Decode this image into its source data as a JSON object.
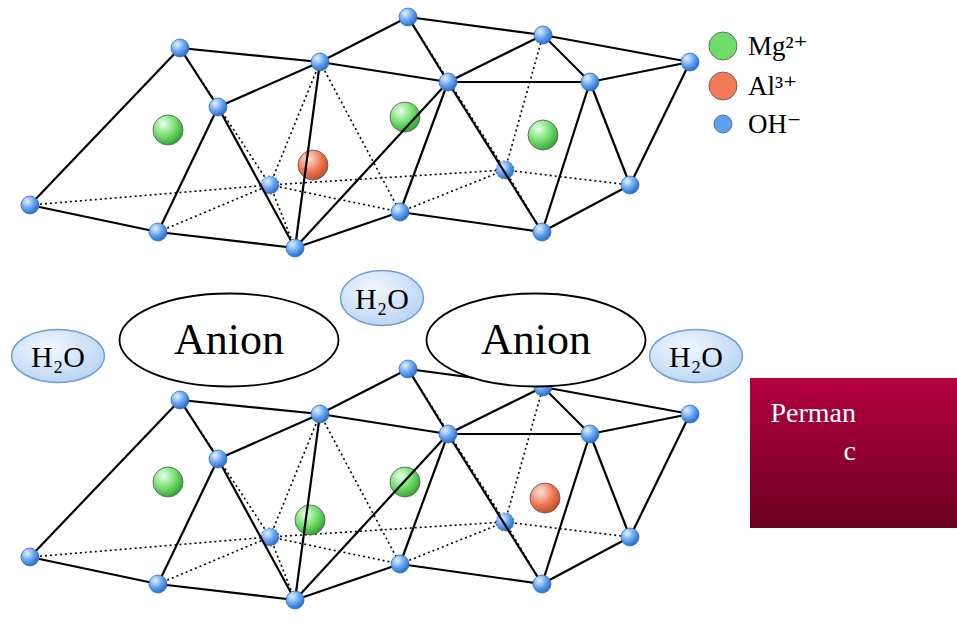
{
  "diagram": {
    "nodes": [
      {
        "text": [
          "H₂O"
        ]
      },
      {
        "text": [
          "Anion"
        ]
      },
      {
        "text": [
          "H₂O"
        ]
      },
      {
        "text": [
          "Anion"
        ]
      },
      {
        "text": [
          "H₂O"
        ]
      },
      {
        "text": [
          "Perman c"
        ]
      }
    ],
    "edges": [],
    "legend": [
      {
        "text": "Mg²⁺",
        "color": "#6fdc6a"
      },
      {
        "text": "Al³⁺",
        "color": "#f07a55"
      },
      {
        "text": "OH⁻",
        "color": "#5d9ff0"
      }
    ]
  }
}
